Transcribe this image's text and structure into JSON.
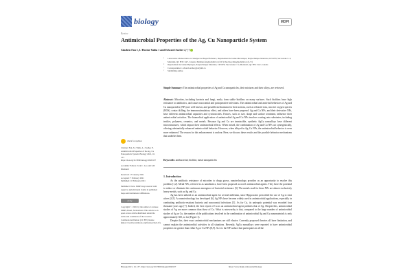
{
  "header": {
    "journal": "biology",
    "publisher": "MDPI"
  },
  "article": {
    "type": "Review",
    "title": "Antimicrobial Properties of the Ag, Cu Nanoparticle System",
    "authors": "Xinzhen Fan 1, L'Hocine Yahia 1 and Edward Sacher 2,*,†",
    "affiliations": [
      {
        "n": "1",
        "text": "Laboratoire d'Innovation et d'Analyse de Bioperformance, Département de Génie Mécanique, Polytechnique Montréal, CP 6079, Succursale C-V, Montréal, QC H3C 3A7, Canada; Xinzhen.fan@polymtl.ca (X.F.); lhocine.yahia@polymtl.ca (L.Y.)"
      },
      {
        "n": "2",
        "text": "Département de Génie Physique, Polytechnique Montréal, CP 6079, Succursale C-V, Montréal, QC H3C 3A7, Canada"
      },
      {
        "n": "*",
        "text": "Correspondence: edward.sacher@polymtl.ca"
      },
      {
        "n": "†",
        "text": "Submitting author."
      }
    ],
    "summary_label": "Simple Summary:",
    "summary": "The antimicrobial properties of Ag and Cu nanoparticles, their mixtures and their alloys, are reviewed.",
    "abstract_label": "Abstract:",
    "abstract": "Microbes, including bacteria and fungi, easily form stable biofilms on many surfaces. Such biofilms have high resistance to antibiotics, and cause nosocomial and postoperative infections. The antimicrobial and antiviral behaviors of Ag and Cu nanoparticles (NPs) are well known, and possible mechanisms for their actions, such as released ions, reactive oxygen species (ROS), contact killing, the immunostimulatory effect, and others have been proposed. Ag and Cu NPs, and their derivative NPs, have different antimicrobial capacities and cytotoxicities. Factors, such as size, shape and surface treatment, influence their antimicrobial activities. The biomedical application of antimicrobial Ag and Cu NPs involves coating onto substrates, including textiles, polymers, ceramics, and metals. Because Ag and Cu are immiscible, synthetic AgCu nanoalloys have different microstructures, which impact their antimicrobial effects. When mixed, the combination of Ag and Cu NPs act synergistically, offering substantially enhanced antimicrobial behavior. However, when alloyed in Ag–Cu NPs, the antimicrobial behavior is even more enhanced. The reason for this enhancement is unclear. Here, we discuss these results and the possible behavior mechanisms that underlie them.",
    "keywords_label": "Keywords:",
    "keywords": "antibacterial; biofilm; metal nanoparticles",
    "section_heading": "1. Introduction",
    "paragraphs": [
      "As the antibiotic resistance of microbes to drugs grows, nanotechnology provides us an opportunity to resolve this problem [1,2]. Metal NPs, referred to as nanobiotics, have been proposed as novel antimicrobial agents. They have the potential to reduce or eliminate the continuous emergence of bacterial resistance [3]. The metals used for these NPs are almost exclusively heavy metals, such as Ag and Cu.",
      "Ag has been utilized as an antimicrobial agent for several millennia, since Hippocrates prescribed the use of Ag to treat ulcers [4,5]. As nanotechnology has developed [6], Ag NPs have become widely used in antimicrobial applications, especially in combatting antibiotic-resistant bacteria and nosocomial infections [5]. As for Cu, its antiseptic potential was recorded four thousand years ago [7]. Indeed, the first report of Cu as an antimicrobial agent predates that of Ag. Despite this, antimicrobial studies of Ag are more common than those of Cu. What is noteworthy is that, compared to the large number of antimicrobial studies of Ag or Cu, the number of the publications involved in the combination of antimicrobial Ag and Cu nanomaterials is only approximately 300, so far (Figure 1).",
      "Despite this, their exact antimicrobial mechanisms are still elusive. Currently proposed theories all have limitation, and cannot explain the antimicrobial activities in all situations. Recently, AgCu nanoalloys were reported to have antimicrobial properties far greater than either Ag or Cu NPs [8,9]. As it is the NP surface that participates in all the"
    ]
  },
  "sidebar": {
    "check_updates": "check for updates",
    "citation": "Citation: Fan, X.; Yahia, L.; Sacher, E. Antimicrobial Properties of the Ag, Cu Nanoparticle System. Biology 2021, 10, 137. https://doi.org/10.3390/biology10020137",
    "editors": "Academic Editors: Jack C. Leo and Gill Diamond",
    "received": "Received: 17 January 2021",
    "accepted": "Accepted: 7 February 2021",
    "published": "Published: 10 February 2021",
    "publisher_note": "Publisher's Note: MDPI stays neutral with regard to jurisdictional claims in published maps and institutional affiliations.",
    "cc_badge": "cc by",
    "copyright": "Copyright: © 2021 by the authors. Licensee MDPI, Basel, Switzerland. This article is an open access article distributed under the terms and conditions of the Creative Commons Attribution (CC BY) license (https://creativecommons.org/licenses/by/4.0/)."
  },
  "footer": {
    "left": "Biology 2021, 10, 137. https://doi.org/10.3390/biology10020137",
    "right": "https://www.mdpi.com/journal/biology"
  }
}
